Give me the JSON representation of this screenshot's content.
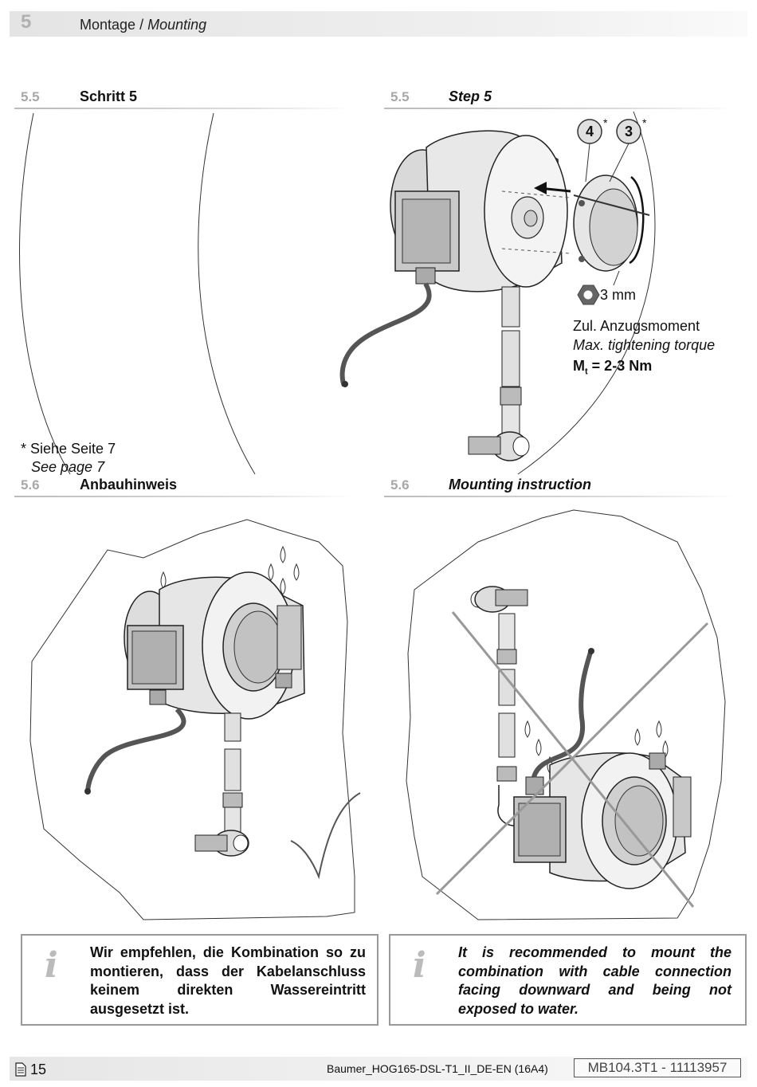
{
  "header": {
    "chapter_number": "5",
    "title_de": "Montage",
    "title_sep": " / ",
    "title_en": "Mounting"
  },
  "step5": {
    "de_number": "5.5",
    "de_title": "Schritt 5",
    "en_number": "5.5",
    "en_title": "Step 5",
    "callout_4": "4",
    "callout_3": "3",
    "asterisk": "*",
    "hex_size": "3 mm",
    "torque_de": "Zul. Anzugsmoment",
    "torque_en": "Max. tightening torque",
    "torque_symbol": "M",
    "torque_subscript": "t",
    "torque_value": " = 2-3 Nm",
    "note_de": "* Siehe Seite 7",
    "note_en": "See page 7"
  },
  "step6": {
    "de_number": "5.6",
    "de_title": "Anbauhinweis",
    "en_number": "5.6",
    "en_title": "Mounting instruction"
  },
  "info": {
    "icon": "info-icon",
    "text_de": "Wir empfehlen, die Kombination so zu montieren, dass der Kabelanschluss keinem direkten Wassereintritt ausgesetzt ist.",
    "text_en": "It is recommended to mount the combination with cable connection facing downward and being not exposed to water."
  },
  "footer": {
    "page_number": "15",
    "doc_name": "Baumer_HOG165-DSL-T1_II_DE-EN  (16A4)",
    "doc_id": "MB104.3T1 - 11113957"
  },
  "colors": {
    "heading_gray": "#a8a8a8",
    "bar_gray": "#e4e4e4",
    "box_border": "#999999"
  }
}
